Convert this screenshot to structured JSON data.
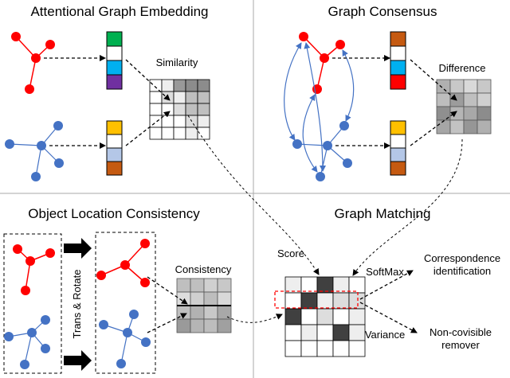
{
  "panels": {
    "top_left_title": "Attentional Graph Embedding",
    "top_right_title": "Graph Consensus",
    "bottom_left_title": "Object Location Consistency",
    "bottom_right_title": "Graph Matching"
  },
  "labels": {
    "similarity": "Similarity",
    "difference": "Difference",
    "consistency": "Consistency",
    "trans_rotate": "Trans & Rotate",
    "score": "Score",
    "softmax": "SoftMax",
    "variance": "Variance",
    "correspondence_line1": "Correspondence",
    "correspondence_line2": "identification",
    "noncovisible_line1": "Non-covisible",
    "noncovisible_line2": "remover"
  },
  "colors": {
    "red_node": "#ff0000",
    "blue_node": "#4472c4",
    "embed_top": [
      "#00b050",
      "#ffffff",
      "#00b0f0",
      "#7030a0"
    ],
    "embed_bottom": [
      "#ffc000",
      "#ffffff",
      "#b4c7e7",
      "#c55a11"
    ],
    "consensus_top": [
      "#c55a11",
      "#ffffff",
      "#00b0f0",
      "#ff0000"
    ],
    "consensus_bottom": [
      "#ffc000",
      "#ffffff",
      "#b4c7e7",
      "#c55a11"
    ],
    "highlight": "#ff0000"
  }
}
